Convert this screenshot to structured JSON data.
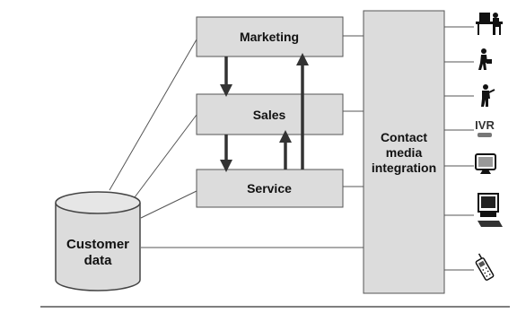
{
  "boxes": {
    "marketing": "Marketing",
    "sales": "Sales",
    "service": "Service",
    "contact_line1": "Contact",
    "contact_line2": "media",
    "contact_line3": "integration"
  },
  "database": {
    "line1": "Customer",
    "line2": "data"
  },
  "channels": [
    {
      "icon": "desk-worker-icon"
    },
    {
      "icon": "walking-person-icon"
    },
    {
      "icon": "person-with-phone-icon"
    },
    {
      "icon": "ivr-icon",
      "label": "IVR"
    },
    {
      "icon": "computer-monitor-icon"
    },
    {
      "icon": "desktop-computer-icon"
    },
    {
      "icon": "mobile-phone-icon"
    }
  ],
  "colors": {
    "box_fill": "#dcdcdc",
    "arrow": "#333333"
  }
}
